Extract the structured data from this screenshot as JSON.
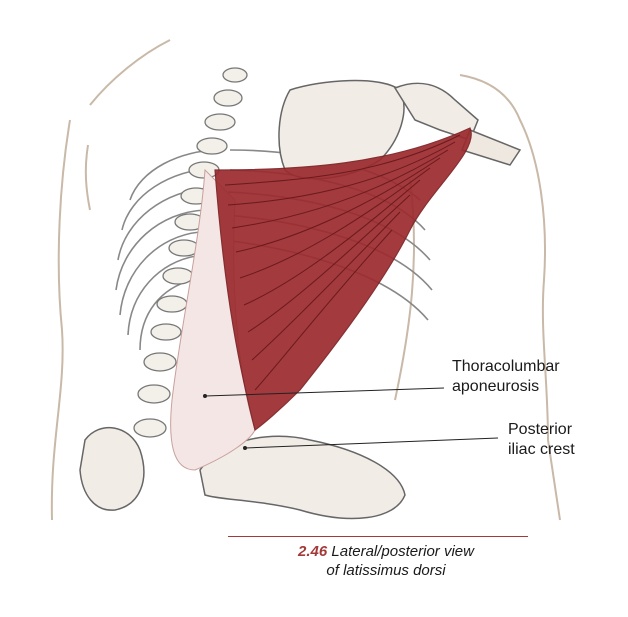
{
  "figure": {
    "number": "2.46",
    "caption_line1": "Lateral/posterior view",
    "caption_line2": "of latissimus dorsi",
    "accent_color": "#a33a3a",
    "muscle_color": "#9b2a2e"
  },
  "labels": [
    {
      "id": "thoracolumbar",
      "line1": "Thoracolumbar",
      "line2": "aponeurosis"
    },
    {
      "id": "iliac",
      "line1": "Posterior",
      "line2": "iliac crest"
    }
  ]
}
